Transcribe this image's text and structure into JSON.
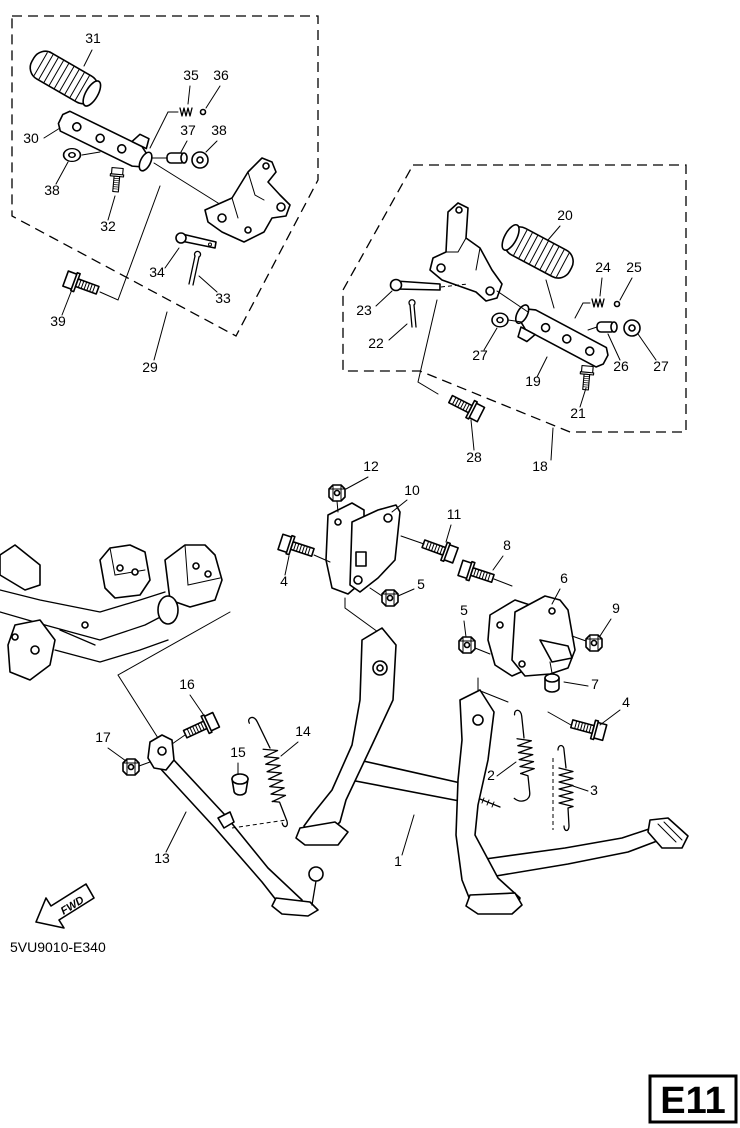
{
  "diagram": {
    "fwd_label": "FWD",
    "figure_code": "5VU9010-E340",
    "page_tag": "E11"
  },
  "assemblies": {
    "upper_left": [
      "31",
      "35",
      "36",
      "30",
      "37",
      "38",
      "38",
      "32",
      "34",
      "33",
      "39",
      "29"
    ],
    "upper_right": [
      "20",
      "24",
      "25",
      "23",
      "22",
      "27",
      "26",
      "27",
      "19",
      "21",
      "28",
      "18"
    ],
    "stand": [
      "12",
      "10",
      "11",
      "8",
      "4",
      "6",
      "5",
      "9",
      "5",
      "7",
      "4",
      "16",
      "14",
      "17",
      "15",
      "2",
      "3",
      "13",
      "1"
    ]
  },
  "colors": {
    "ink": "#000000",
    "paper": "#ffffff"
  }
}
